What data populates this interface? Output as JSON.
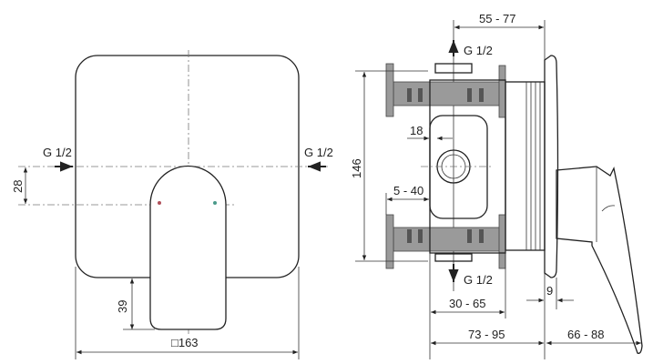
{
  "front_view": {
    "inlet_left": "G 1/2",
    "inlet_right": "G 1/2",
    "dim_offset": "28",
    "dim_handle": "39",
    "dim_width": "□163",
    "hot_color": "#b0505a",
    "cold_color": "#4a9a8a"
  },
  "side_view": {
    "dim_top": "55 - 77",
    "outlet_top": "G 1/2",
    "outlet_bottom": "G 1/2",
    "dim_height": "146",
    "dim_18": "18",
    "dim_5_40": "5 - 40",
    "dim_30_65": "30 - 65",
    "dim_9": "9",
    "dim_73_95": "73 - 95",
    "dim_66_88": "66 - 88"
  }
}
